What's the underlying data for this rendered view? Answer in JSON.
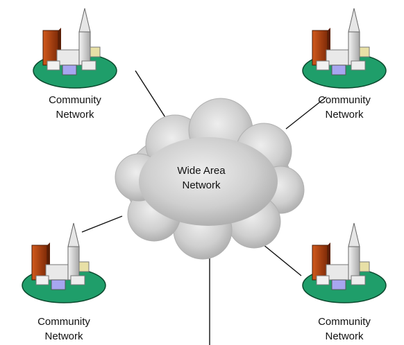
{
  "diagram": {
    "cloud_label_line1": "Wide Area",
    "cloud_label_line2": "Network",
    "nodes": [
      {
        "label_line1": "Community",
        "label_line2": "Network",
        "icon": "town-icon"
      },
      {
        "label_line1": "Community",
        "label_line2": "Network",
        "icon": "town-icon"
      },
      {
        "label_line1": "Community",
        "label_line2": "Network",
        "icon": "town-icon"
      },
      {
        "label_line1": "Community",
        "label_line2": "Network",
        "icon": "town-icon"
      }
    ],
    "colors": {
      "cloud": "#c8c8c8",
      "ground": "#1f9e6a",
      "building": "#b8420f",
      "tower": "#d8d8d8",
      "line": "#111111"
    }
  }
}
